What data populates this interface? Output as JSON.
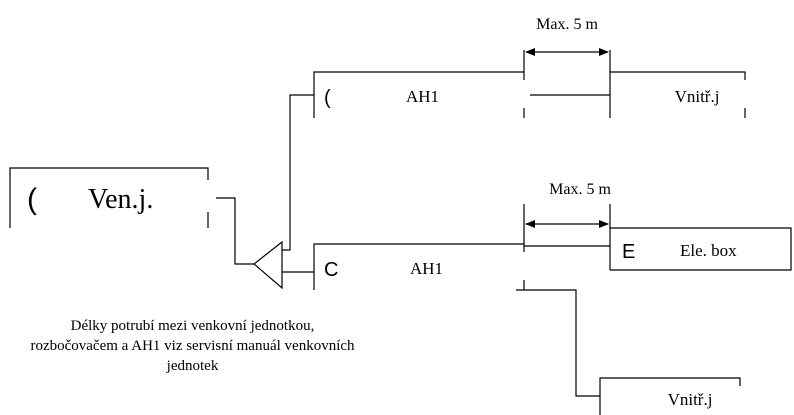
{
  "outdoor_unit": {
    "glyph": "(",
    "label": "Ven.j."
  },
  "branches": {
    "upper": {
      "ah1_glyph": "(",
      "ah1_label": "AH1",
      "dimension_label": "Max. 5 m",
      "indoor_label": "Vnitř.j"
    },
    "lower": {
      "ah1_glyph": "C",
      "ah1_label": "AH1",
      "dimension_label": "Max. 5 m",
      "ele_box_glyph": "E",
      "ele_box_label": "Ele. box",
      "indoor_label": "Vnitř.j"
    }
  },
  "note": {
    "lines": [
      "Délky potrubí mezi venkovní jednotkou,",
      "rozbočovačem a AH1 viz servisní manuál venkovních",
      "jednotek"
    ]
  }
}
